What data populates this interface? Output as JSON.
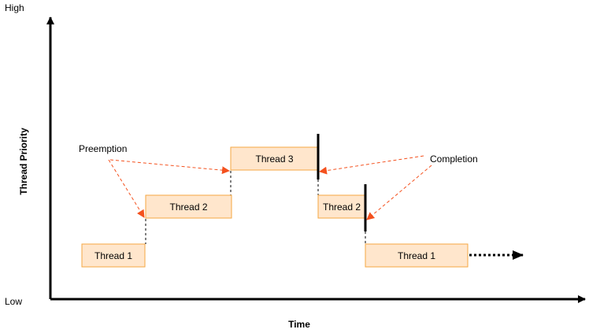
{
  "axes": {
    "y_high": "High",
    "y_low": "Low",
    "y_title": "Thread Priority",
    "x_title": "Time"
  },
  "threads": [
    {
      "label": "Thread 1",
      "priority": "low"
    },
    {
      "label": "Thread 2",
      "priority": "medium"
    },
    {
      "label": "Thread 3",
      "priority": "high"
    },
    {
      "label": "Thread 2",
      "priority": "medium"
    },
    {
      "label": "Thread 1",
      "priority": "low"
    }
  ],
  "annotations": {
    "preemption": "Preemption",
    "completion": "Completion"
  },
  "colors": {
    "box_fill": "#ffe6cc",
    "box_stroke": "#f5a742",
    "arrow": "#f4511e",
    "axis": "#000000"
  }
}
